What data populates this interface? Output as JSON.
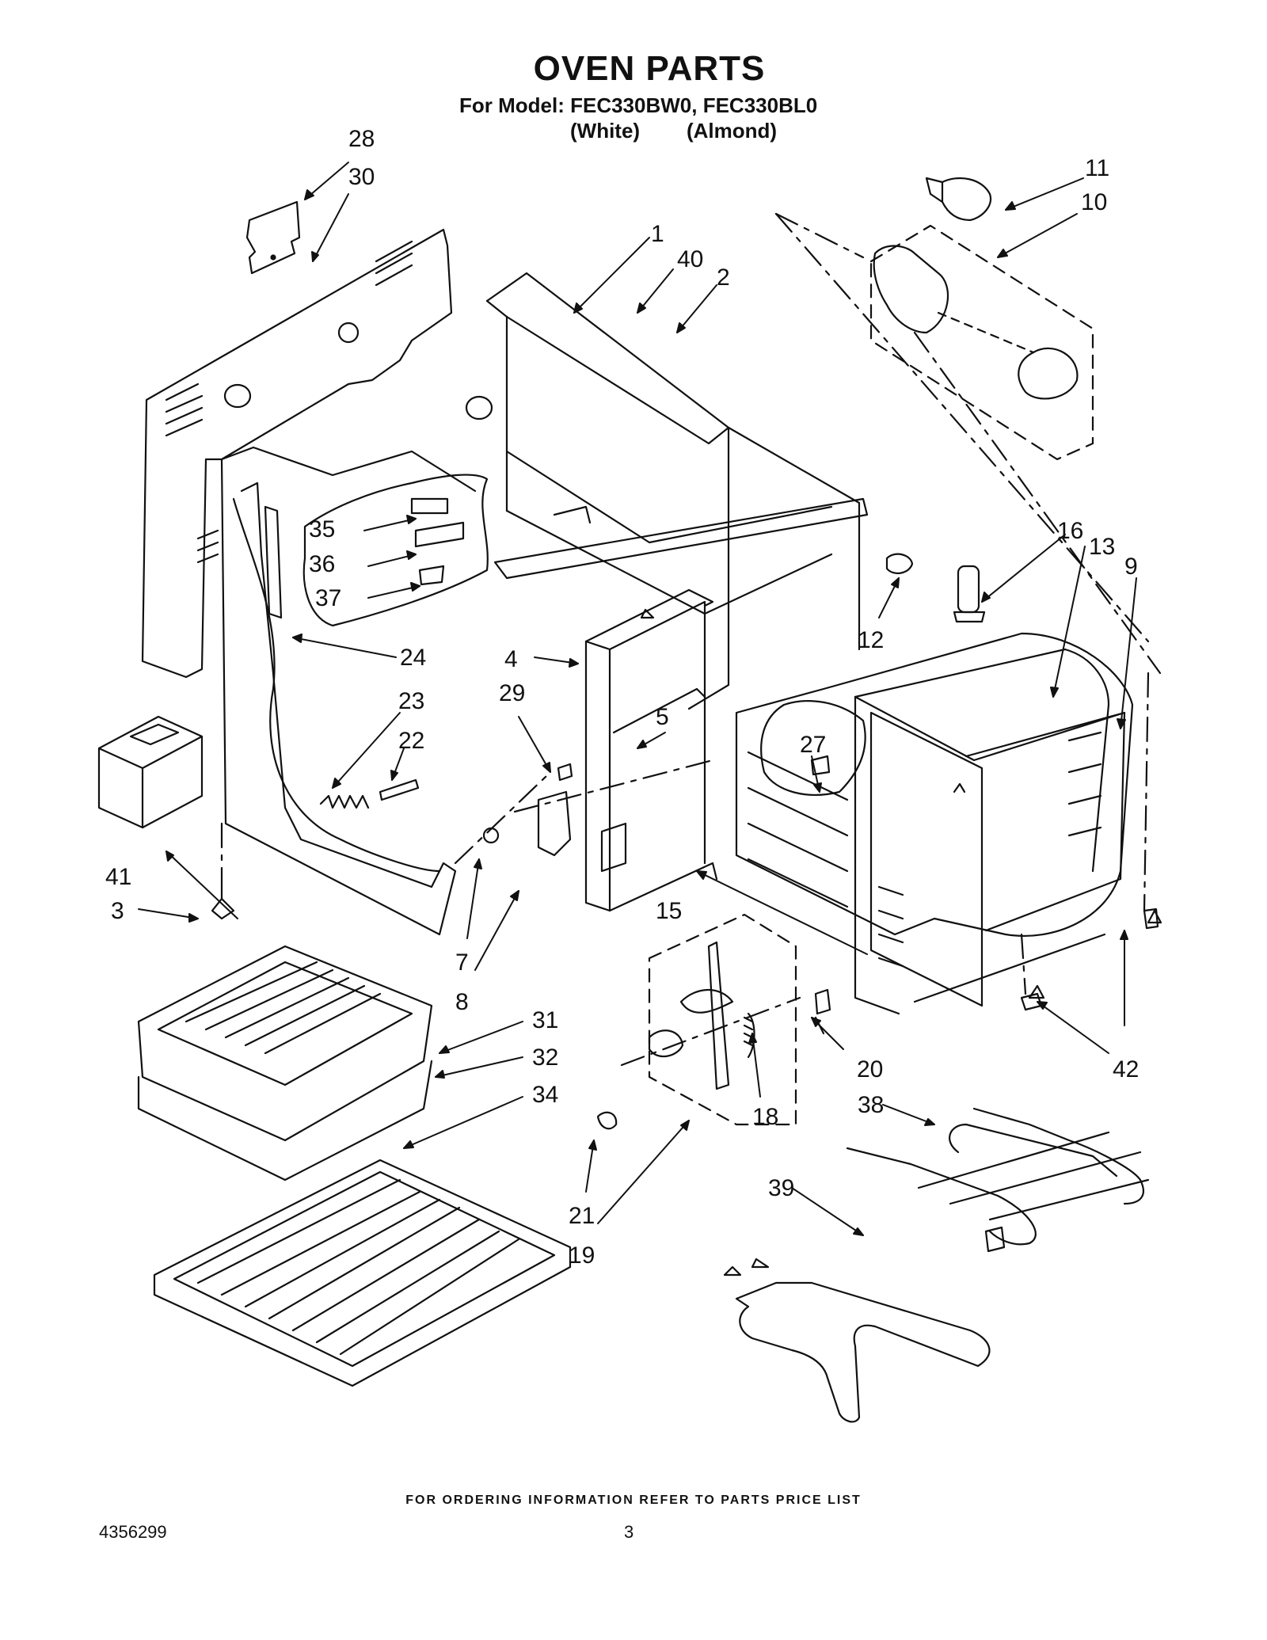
{
  "header": {
    "title": "OVEN PARTS",
    "model_line": "For Model: FEC330BW0, FEC330BL0",
    "variants": [
      "(White)",
      "(Almond)"
    ]
  },
  "callouts": [
    "1",
    "2",
    "3",
    "4",
    "5",
    "7",
    "8",
    "9",
    "10",
    "11",
    "12",
    "13",
    "15",
    "16",
    "18",
    "19",
    "20",
    "21",
    "22",
    "23",
    "24",
    "27",
    "28",
    "29",
    "30",
    "31",
    "32",
    "34",
    "35",
    "36",
    "37",
    "38",
    "39",
    "40",
    "41",
    "42"
  ],
  "footer": {
    "note": "FOR ORDERING INFORMATION REFER TO PARTS PRICE LIST",
    "doc_number": "4356299",
    "page_number": "3"
  }
}
